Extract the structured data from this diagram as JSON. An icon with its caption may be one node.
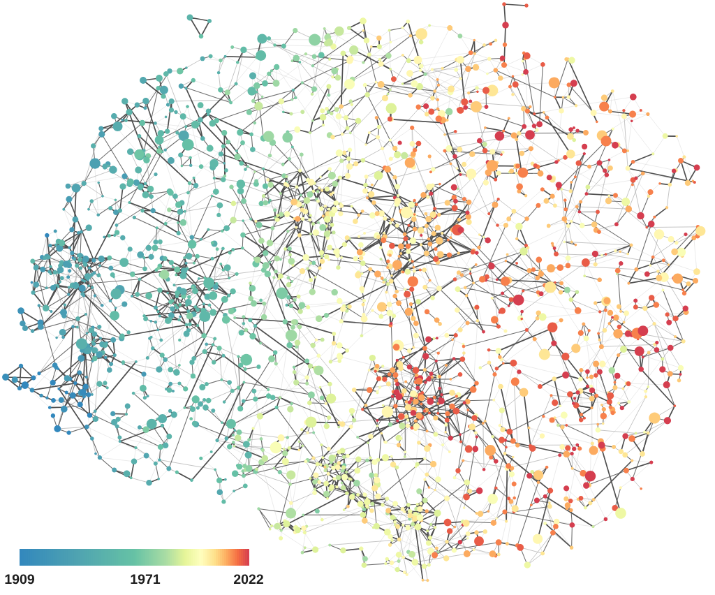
{
  "diagram": {
    "labels": [
      "1909",
      "1971",
      "2022"
    ]
  }
}
